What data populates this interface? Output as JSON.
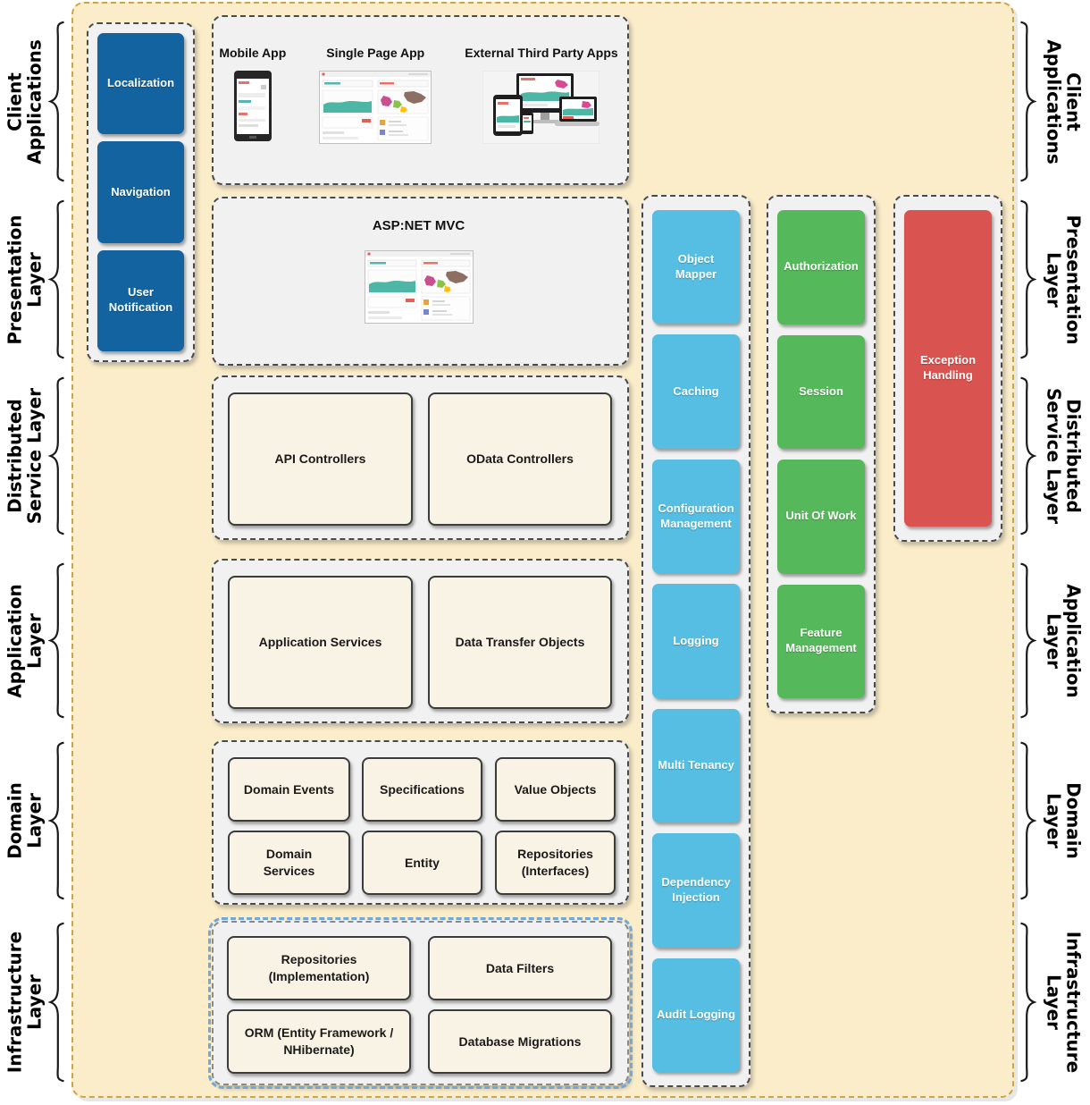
{
  "colors": {
    "background": "#FBEDC9",
    "frame_border": "#C9A646",
    "panel": "#F1F1F1",
    "blue": "#12639F",
    "cyan": "#55BEE2",
    "green": "#55B85A",
    "red": "#D95350",
    "beige": "#F8F3E4",
    "infrastructure_border": "#6FA8DC"
  },
  "layer_labels": [
    {
      "line1": "Client",
      "line2": "Applications"
    },
    {
      "line1": "Presentation",
      "line2": "Layer"
    },
    {
      "line1": "Distributed",
      "line2": "Service Layer"
    },
    {
      "line1": "Application",
      "line2": "Layer"
    },
    {
      "line1": "Domain",
      "line2": "Layer"
    },
    {
      "line1": "Infrastructure",
      "line2": "Layer"
    }
  ],
  "left_stack": {
    "items": [
      {
        "label": "Localization"
      },
      {
        "label": "Navigation"
      },
      {
        "label": "User Notification"
      }
    ]
  },
  "client_apps": {
    "figures": [
      {
        "caption": "Mobile App"
      },
      {
        "caption": "Single Page App"
      },
      {
        "caption": "External Third Party Apps"
      }
    ]
  },
  "presentation": {
    "title": "ASP:NET MVC"
  },
  "distributed_service": {
    "boxes": [
      {
        "label": "API Controllers"
      },
      {
        "label": "OData Controllers"
      }
    ]
  },
  "application_layer": {
    "boxes": [
      {
        "label": "Application Services"
      },
      {
        "label": "Data Transfer Objects"
      }
    ]
  },
  "domain_layer": {
    "boxes": [
      {
        "label": "Domain Events"
      },
      {
        "label": "Specifications"
      },
      {
        "label": "Value Objects"
      },
      {
        "label": "Domain Services"
      },
      {
        "label": "Entity"
      },
      {
        "label": "Repositories (Interfaces)"
      }
    ]
  },
  "infrastructure_layer": {
    "boxes": [
      {
        "label": "Repositories (Implementation)"
      },
      {
        "label": "Data Filters"
      },
      {
        "label": "ORM (Entity Framework / NHibernate)"
      },
      {
        "label": "Database Migrations"
      }
    ]
  },
  "cross_cutting": {
    "items": [
      {
        "label": "Object Mapper"
      },
      {
        "label": "Caching"
      },
      {
        "label": "Configuration Management"
      },
      {
        "label": "Logging"
      },
      {
        "label": "Multi Tenancy"
      },
      {
        "label": "Dependency Injection"
      },
      {
        "label": "Audit Logging"
      }
    ]
  },
  "security_column": {
    "items": [
      {
        "label": "Authorization"
      },
      {
        "label": "Session"
      },
      {
        "label": "Unit Of Work"
      },
      {
        "label": "Feature Management"
      }
    ]
  },
  "exception_column": {
    "items": [
      {
        "label": "Exception Handling"
      }
    ]
  }
}
